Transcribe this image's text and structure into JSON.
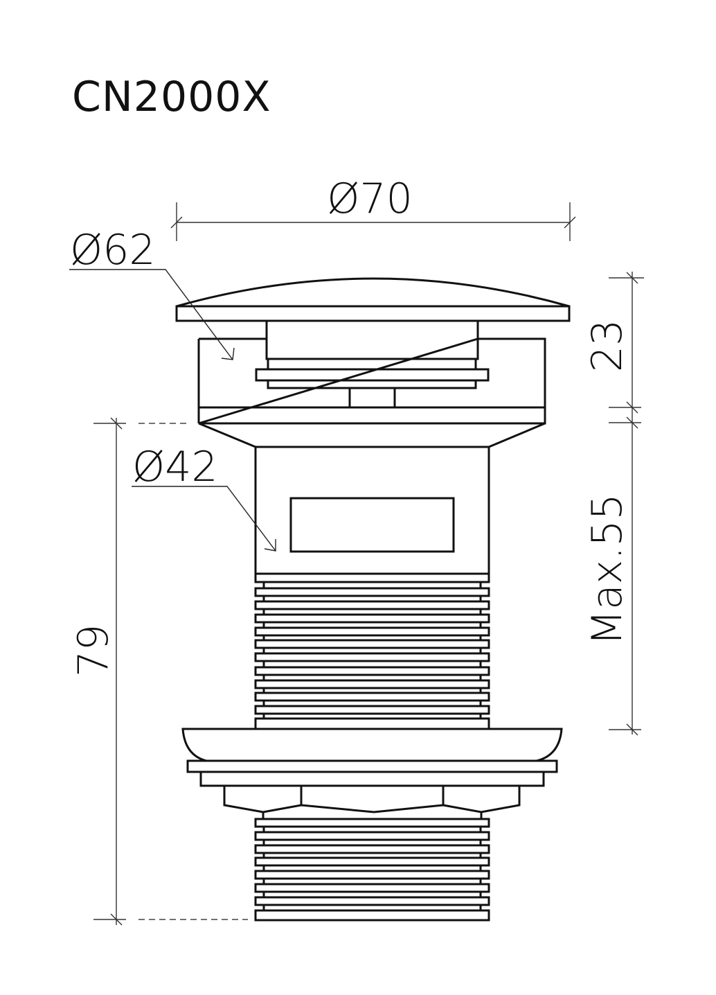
{
  "title": "CN2000X",
  "dimensions": {
    "overall_diameter": "Ø70",
    "body_diameter": "Ø62",
    "tube_diameter": "Ø42",
    "cap_height": "23",
    "max_thread_length": "Max.55",
    "total_height": "79"
  },
  "colors": {
    "line": "#111111",
    "background": "#ffffff"
  }
}
